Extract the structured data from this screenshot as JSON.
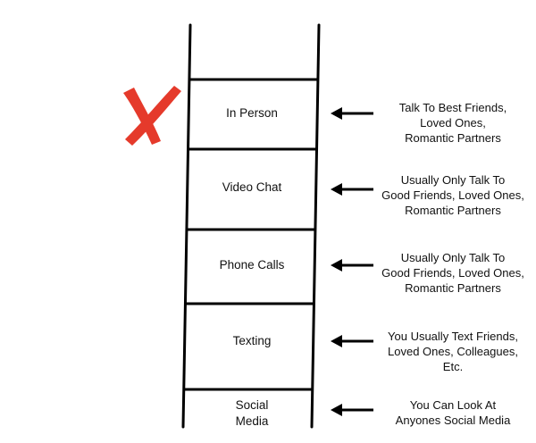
{
  "mark_color": "#e53a2b",
  "mark_icon": "red-x-mark",
  "rungs": [
    {
      "label": "In Person",
      "description": "Talk To Best Friends,\nLoved Ones,\nRomantic Partners",
      "crossed_out": true
    },
    {
      "label": "Video Chat",
      "description": "Usually Only Talk To\nGood Friends, Loved Ones,\nRomantic Partners",
      "crossed_out": false
    },
    {
      "label": "Phone Calls",
      "description": "Usually Only Talk To\nGood Friends, Loved Ones,\nRomantic Partners",
      "crossed_out": false
    },
    {
      "label": "Texting",
      "description": "You Usually Text Friends,\nLoved Ones, Colleagues,\nEtc.",
      "crossed_out": false
    },
    {
      "label": "Social\nMedia",
      "description": "You Can Look At\nAnyones Social Media",
      "crossed_out": false
    }
  ]
}
